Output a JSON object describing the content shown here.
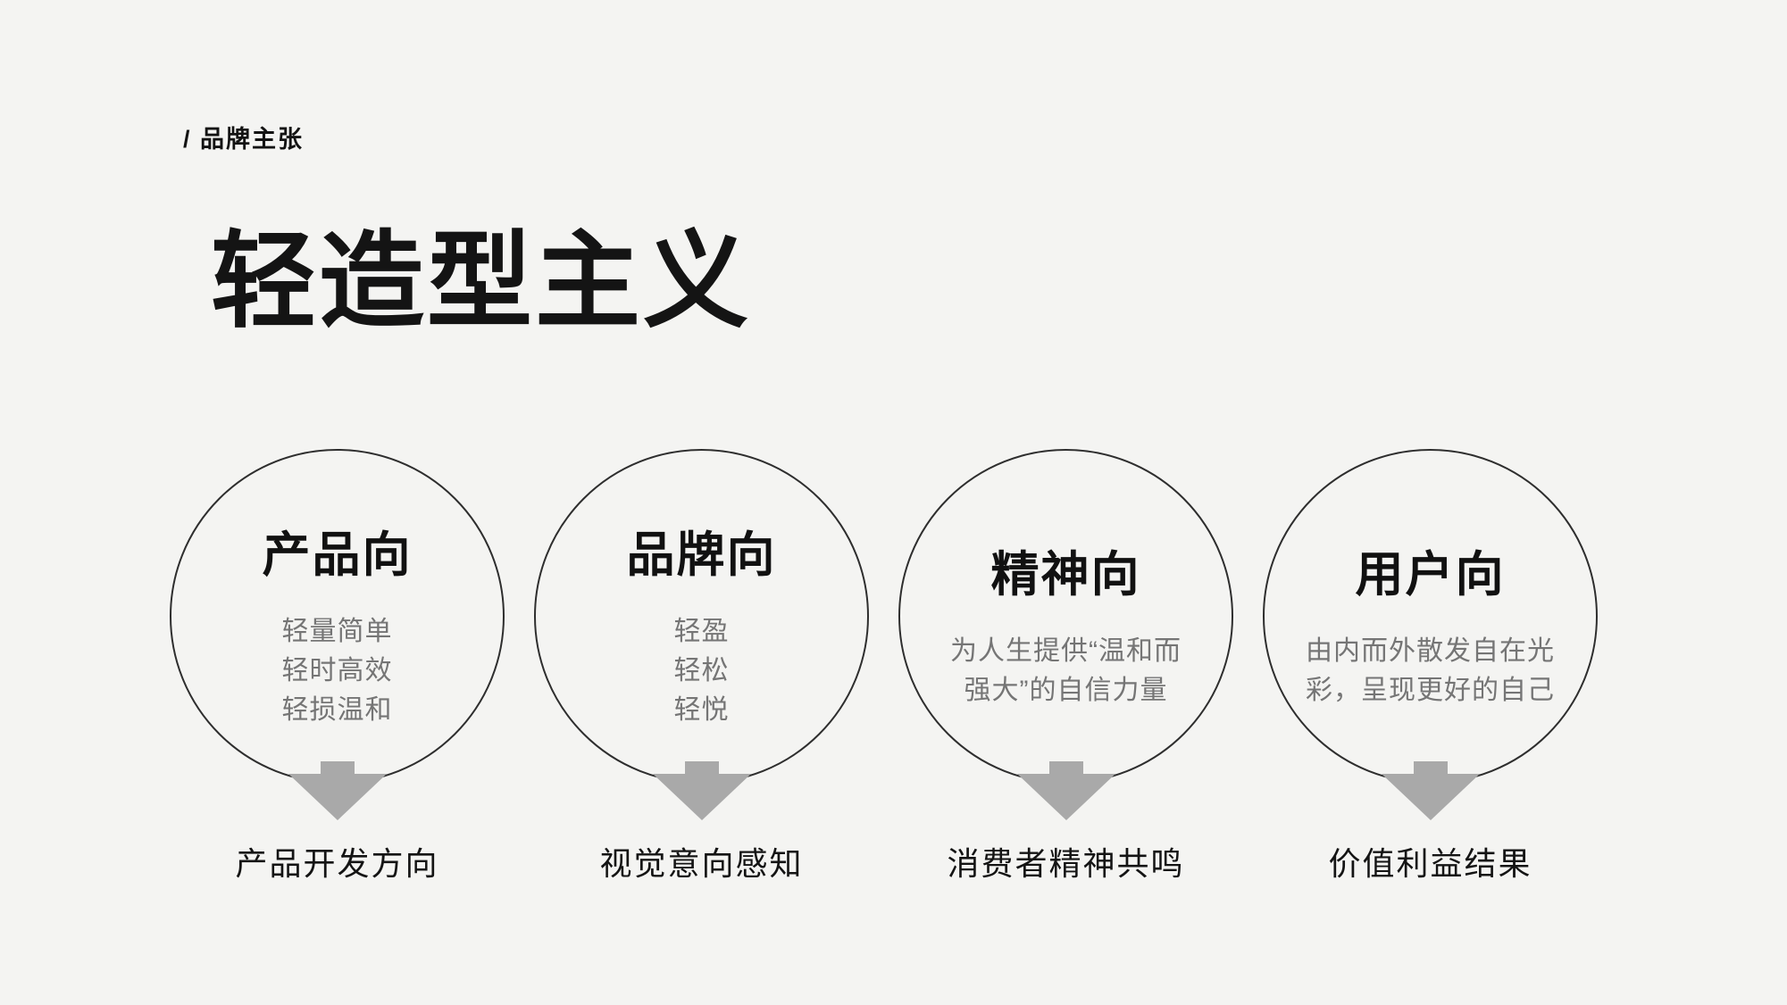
{
  "header": {
    "eyebrow": "/ 品牌主张",
    "title": "轻造型主义"
  },
  "pillars": [
    {
      "title": "产品向",
      "lines": [
        "轻量简单",
        "轻时高效",
        "轻损温和"
      ],
      "result": "产品开发方向"
    },
    {
      "title": "品牌向",
      "lines": [
        "轻盈",
        "轻松",
        "轻悦"
      ],
      "result": "视觉意向感知"
    },
    {
      "title": "精神向",
      "lines": [
        "为人生提供“温和而",
        "强大”的自信力量"
      ],
      "result": "消费者精神共鸣"
    },
    {
      "title": "用户向",
      "lines": [
        "由内而外散发自在光",
        "彩，呈现更好的自己"
      ],
      "result": "价值利益结果"
    }
  ],
  "colors": {
    "background": "#f4f4f2",
    "circle_border": "#2e2e2e",
    "title_text": "#141414",
    "subtext": "#757575",
    "arrow": "#a9a9a9"
  }
}
